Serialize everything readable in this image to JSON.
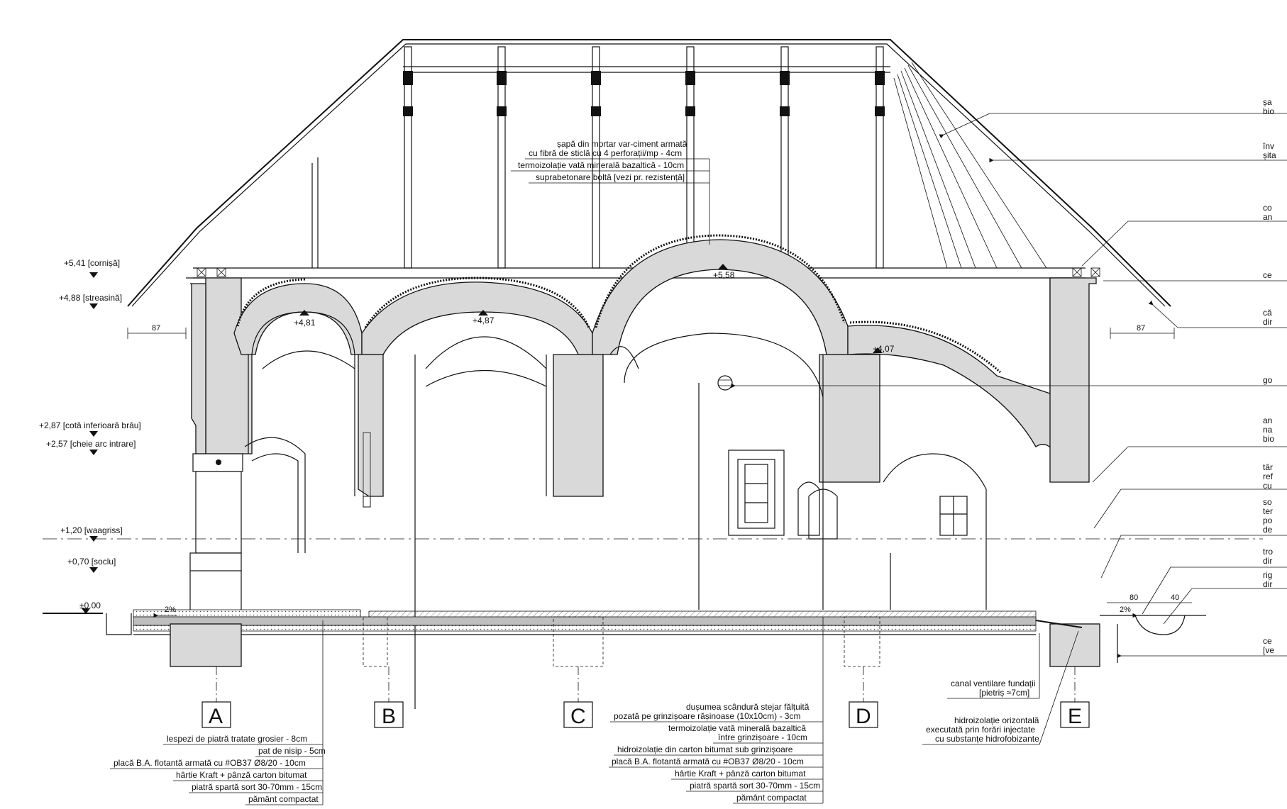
{
  "levels": [
    {
      "id": "cornisa",
      "text": "+5,41 [cornișă]"
    },
    {
      "id": "streasina",
      "text": "+4,88 [streasină]"
    },
    {
      "id": "brau",
      "text": "+2,87 [cotă inferioară brâu]"
    },
    {
      "id": "cheie",
      "text": "+2,57 [cheie arc intrare]"
    },
    {
      "id": "waagriss",
      "text": "+1,20 [waagriss]"
    },
    {
      "id": "soclu",
      "text": "+0,70 [soclu]"
    },
    {
      "id": "zero",
      "text": "±0.00"
    }
  ],
  "vault_levels": [
    "+4,81",
    "+4,87",
    "+5,58",
    "+4,07"
  ],
  "dimensions": {
    "left_eave": "87",
    "right_eave": "87",
    "slope_left": "2%",
    "slope_right": "2%",
    "dim_80": "80",
    "dim_40": "40"
  },
  "axes": [
    "A",
    "B",
    "C",
    "D",
    "E"
  ],
  "roof_note": [
    "șapă din mortar var-ciment armată",
    "cu fibră de sticlă cu 4 perforații/mp - 4cm",
    "termoizolație vată minerală bazaltică - 10cm",
    "suprabetonare boltă [vezi pr. rezistență]"
  ],
  "floor_left": [
    "lespezi de piatră tratate grosier - 8cm",
    "pat de nisip - 5cm",
    "placă B.A. flotantă armată cu #OB37 Ø8/20 - 10cm",
    "hârtie Kraft + pânză carton bitumat",
    "piatră spartă sort 30-70mm - 15cm",
    "pământ compactat"
  ],
  "floor_center": [
    "dușumea scândură stejar fălțuită",
    "pozată pe grinzișoare rășinoase (10x10cm) - 3cm",
    "termoizolație vată minerală bazaltică",
    "între grinzișoare - 10cm",
    "hidroizolație din carton bitumat sub grinzișoare",
    "placă B.A. flotantă armată cu #OB37 Ø8/20 - 10cm",
    "hârtie Kraft + pânză carton bitumat",
    "piatră spartă sort 30-70mm - 15cm",
    "pământ compactat"
  ],
  "foundation_notes": {
    "canal": [
      "canal ventilare fundații",
      "[pietriș ≈7cm]"
    ],
    "hidro": [
      "hidroizolație orizontală",
      "executată prin forări injectate",
      "cu substanțe hidrofobizante"
    ]
  },
  "right_labels": [
    [
      "șa",
      "bio"
    ],
    [
      "înv",
      "șita"
    ],
    [
      "co",
      "an"
    ],
    [
      "ce"
    ],
    [
      "că",
      "dir"
    ],
    [
      "go"
    ],
    [
      "an",
      "na",
      "bio"
    ],
    [
      "târ",
      "ref",
      "cu"
    ],
    [
      "so",
      "ter",
      "po",
      "de"
    ],
    [
      "tro",
      "dir"
    ],
    [
      "rig",
      "dir"
    ],
    [
      "ce",
      "[ve"
    ]
  ]
}
